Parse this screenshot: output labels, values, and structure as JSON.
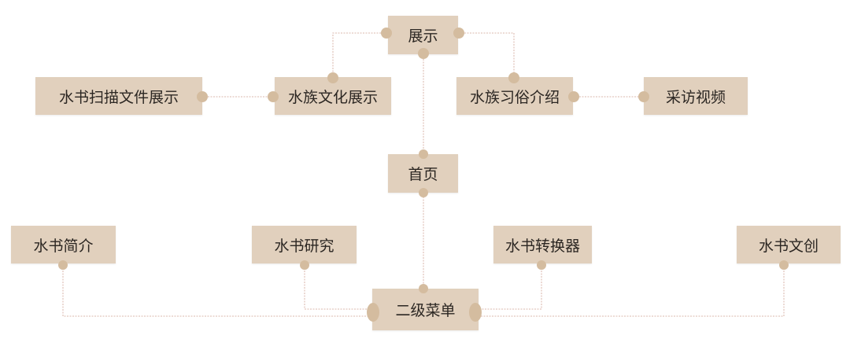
{
  "colors": {
    "node_fill": "#e1d0bd",
    "dot": "#d4bc9f",
    "line": "#e2c6bd",
    "text": "#2b2622"
  },
  "nodes": {
    "display": "展示",
    "culture_display": "水族文化展示",
    "scan_display": "水书扫描文件展示",
    "customs_intro": "水族习俗介绍",
    "interview_video": "采访视频",
    "home": "首页",
    "intro": "水书简介",
    "research": "水书研究",
    "converter": "水书转换器",
    "creative": "水书文创",
    "submenu": "二级菜单"
  }
}
